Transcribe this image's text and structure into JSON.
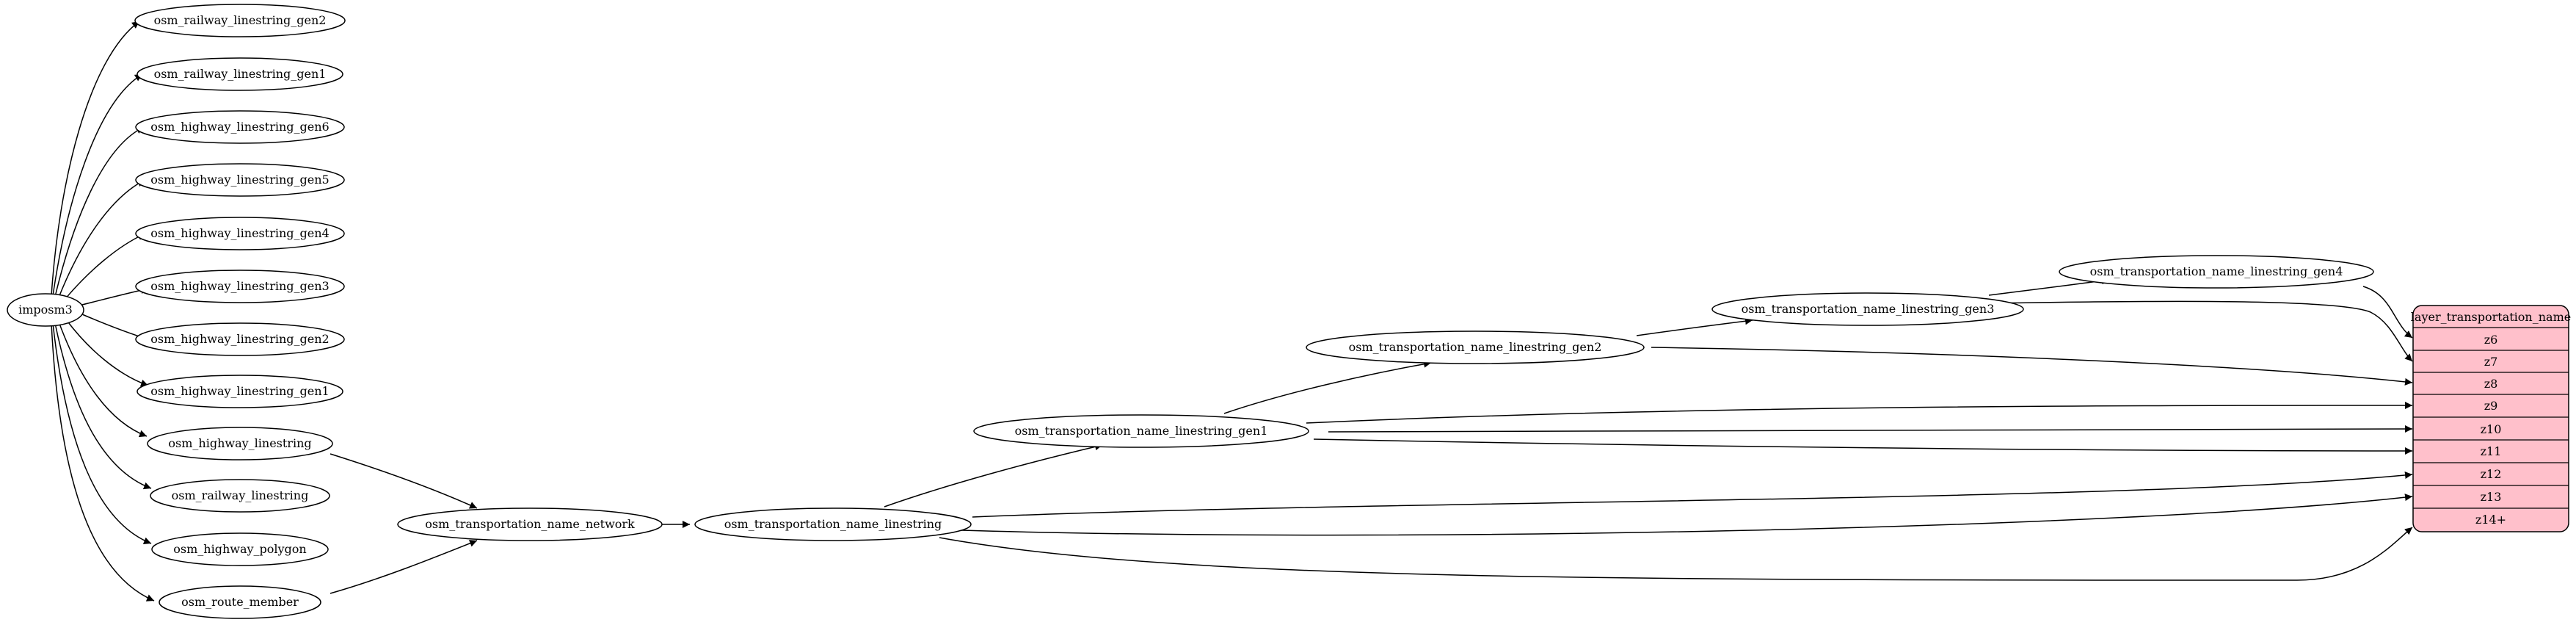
{
  "nodes": {
    "imposm3": "imposm3",
    "osm_railway_linestring_gen2": "osm_railway_linestring_gen2",
    "osm_railway_linestring_gen1": "osm_railway_linestring_gen1",
    "osm_highway_linestring_gen6": "osm_highway_linestring_gen6",
    "osm_highway_linestring_gen5": "osm_highway_linestring_gen5",
    "osm_highway_linestring_gen4": "osm_highway_linestring_gen4",
    "osm_highway_linestring_gen3": "osm_highway_linestring_gen3",
    "osm_highway_linestring_gen2": "osm_highway_linestring_gen2",
    "osm_highway_linestring_gen1": "osm_highway_linestring_gen1",
    "osm_highway_linestring": "osm_highway_linestring",
    "osm_railway_linestring": "osm_railway_linestring",
    "osm_highway_polygon": "osm_highway_polygon",
    "osm_route_member": "osm_route_member",
    "osm_transportation_name_network": "osm_transportation_name_network",
    "osm_transportation_name_linestring": "osm_transportation_name_linestring",
    "osm_transportation_name_linestring_gen1": "osm_transportation_name_linestring_gen1",
    "osm_transportation_name_linestring_gen2": "osm_transportation_name_linestring_gen2",
    "osm_transportation_name_linestring_gen3": "osm_transportation_name_linestring_gen3",
    "osm_transportation_name_linestring_gen4": "osm_transportation_name_linestring_gen4"
  },
  "layer": {
    "title": "layer_transportation_name",
    "zooms": [
      "z6",
      "z7",
      "z8",
      "z9",
      "z10",
      "z11",
      "z12",
      "z13",
      "z14+"
    ]
  },
  "colors": {
    "layer_fill": "#ffc0cb",
    "stroke": "#000000",
    "background": "#ffffff"
  }
}
